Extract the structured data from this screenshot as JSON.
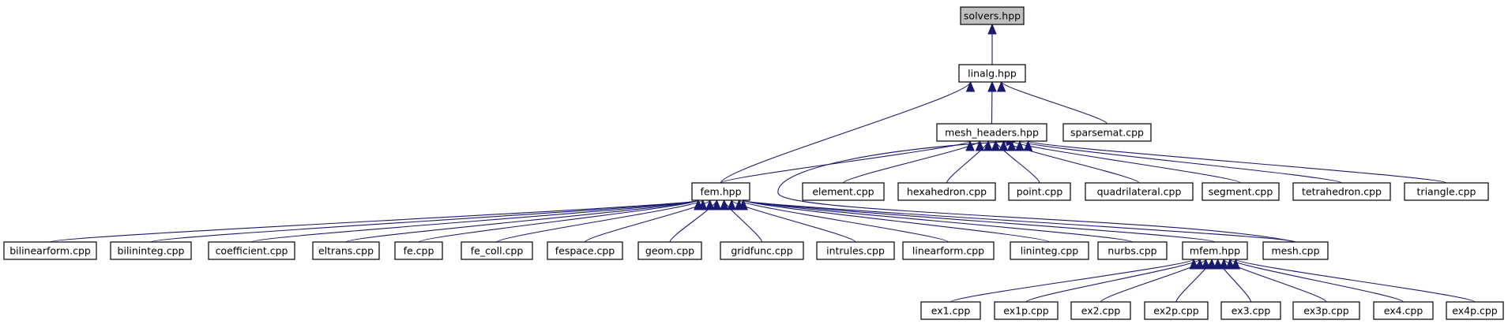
{
  "diagram": {
    "title": "",
    "colors": {
      "edge": "#191970",
      "node_fill": "#ffffff",
      "root_fill": "#bfbfbf",
      "border": "#000000"
    },
    "nodes": [
      {
        "id": "solvers_hpp",
        "label": "solvers.hpp",
        "root": true
      },
      {
        "id": "linalg_hpp",
        "label": "linalg.hpp"
      },
      {
        "id": "mesh_headers_hpp",
        "label": "mesh_headers.hpp"
      },
      {
        "id": "sparsemat_cpp",
        "label": "sparsemat.cpp"
      },
      {
        "id": "fem_hpp",
        "label": "fem.hpp"
      },
      {
        "id": "element_cpp",
        "label": "element.cpp"
      },
      {
        "id": "hexahedron_cpp",
        "label": "hexahedron.cpp"
      },
      {
        "id": "point_cpp",
        "label": "point.cpp"
      },
      {
        "id": "quadrilateral_cpp",
        "label": "quadrilateral.cpp"
      },
      {
        "id": "segment_cpp",
        "label": "segment.cpp"
      },
      {
        "id": "tetrahedron_cpp",
        "label": "tetrahedron.cpp"
      },
      {
        "id": "triangle_cpp",
        "label": "triangle.cpp"
      },
      {
        "id": "bilinearform_cpp",
        "label": "bilinearform.cpp"
      },
      {
        "id": "bilininteg_cpp",
        "label": "bilininteg.cpp"
      },
      {
        "id": "coefficient_cpp",
        "label": "coefficient.cpp"
      },
      {
        "id": "eltrans_cpp",
        "label": "eltrans.cpp"
      },
      {
        "id": "fe_cpp",
        "label": "fe.cpp"
      },
      {
        "id": "fe_coll_cpp",
        "label": "fe_coll.cpp"
      },
      {
        "id": "fespace_cpp",
        "label": "fespace.cpp"
      },
      {
        "id": "geom_cpp",
        "label": "geom.cpp"
      },
      {
        "id": "gridfunc_cpp",
        "label": "gridfunc.cpp"
      },
      {
        "id": "intrules_cpp",
        "label": "intrules.cpp"
      },
      {
        "id": "linearform_cpp",
        "label": "linearform.cpp"
      },
      {
        "id": "lininteg_cpp",
        "label": "lininteg.cpp"
      },
      {
        "id": "nurbs_cpp",
        "label": "nurbs.cpp"
      },
      {
        "id": "mfem_hpp",
        "label": "mfem.hpp"
      },
      {
        "id": "mesh_cpp",
        "label": "mesh.cpp"
      },
      {
        "id": "ex1_cpp",
        "label": "ex1.cpp"
      },
      {
        "id": "ex1p_cpp",
        "label": "ex1p.cpp"
      },
      {
        "id": "ex2_cpp",
        "label": "ex2.cpp"
      },
      {
        "id": "ex2p_cpp",
        "label": "ex2p.cpp"
      },
      {
        "id": "ex3_cpp",
        "label": "ex3.cpp"
      },
      {
        "id": "ex3p_cpp",
        "label": "ex3p.cpp"
      },
      {
        "id": "ex4_cpp",
        "label": "ex4.cpp"
      },
      {
        "id": "ex4p_cpp",
        "label": "ex4p.cpp"
      }
    ],
    "edges": [
      {
        "from": "linalg_hpp",
        "to": "solvers_hpp"
      },
      {
        "from": "mesh_headers_hpp",
        "to": "linalg_hpp"
      },
      {
        "from": "sparsemat_cpp",
        "to": "linalg_hpp"
      },
      {
        "from": "fem_hpp",
        "to": "linalg_hpp"
      },
      {
        "from": "fem_hpp",
        "to": "mesh_headers_hpp"
      },
      {
        "from": "element_cpp",
        "to": "mesh_headers_hpp"
      },
      {
        "from": "hexahedron_cpp",
        "to": "mesh_headers_hpp"
      },
      {
        "from": "point_cpp",
        "to": "mesh_headers_hpp"
      },
      {
        "from": "quadrilateral_cpp",
        "to": "mesh_headers_hpp"
      },
      {
        "from": "segment_cpp",
        "to": "mesh_headers_hpp"
      },
      {
        "from": "tetrahedron_cpp",
        "to": "mesh_headers_hpp"
      },
      {
        "from": "triangle_cpp",
        "to": "mesh_headers_hpp"
      },
      {
        "from": "mesh_cpp",
        "to": "mesh_headers_hpp"
      },
      {
        "from": "bilinearform_cpp",
        "to": "fem_hpp"
      },
      {
        "from": "bilininteg_cpp",
        "to": "fem_hpp"
      },
      {
        "from": "coefficient_cpp",
        "to": "fem_hpp"
      },
      {
        "from": "eltrans_cpp",
        "to": "fem_hpp"
      },
      {
        "from": "fe_cpp",
        "to": "fem_hpp"
      },
      {
        "from": "fe_coll_cpp",
        "to": "fem_hpp"
      },
      {
        "from": "fespace_cpp",
        "to": "fem_hpp"
      },
      {
        "from": "geom_cpp",
        "to": "fem_hpp"
      },
      {
        "from": "gridfunc_cpp",
        "to": "fem_hpp"
      },
      {
        "from": "intrules_cpp",
        "to": "fem_hpp"
      },
      {
        "from": "linearform_cpp",
        "to": "fem_hpp"
      },
      {
        "from": "lininteg_cpp",
        "to": "fem_hpp"
      },
      {
        "from": "nurbs_cpp",
        "to": "fem_hpp"
      },
      {
        "from": "mfem_hpp",
        "to": "fem_hpp"
      },
      {
        "from": "mesh_cpp",
        "to": "fem_hpp"
      },
      {
        "from": "ex1_cpp",
        "to": "mfem_hpp"
      },
      {
        "from": "ex1p_cpp",
        "to": "mfem_hpp"
      },
      {
        "from": "ex2_cpp",
        "to": "mfem_hpp"
      },
      {
        "from": "ex2p_cpp",
        "to": "mfem_hpp"
      },
      {
        "from": "ex3_cpp",
        "to": "mfem_hpp"
      },
      {
        "from": "ex3p_cpp",
        "to": "mfem_hpp"
      },
      {
        "from": "ex4_cpp",
        "to": "mfem_hpp"
      },
      {
        "from": "ex4p_cpp",
        "to": "mfem_hpp"
      }
    ]
  }
}
